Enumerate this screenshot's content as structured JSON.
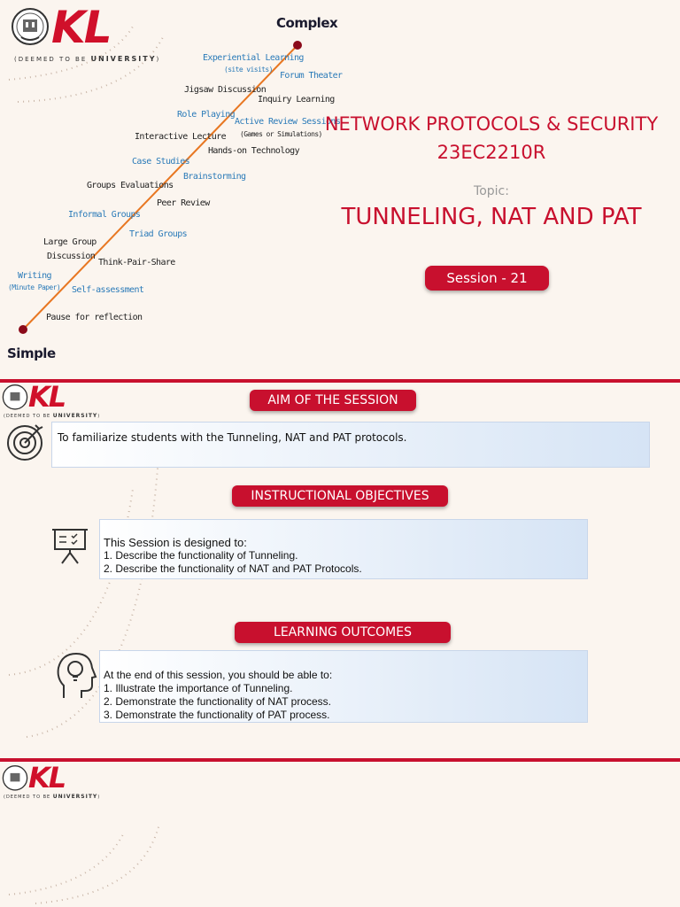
{
  "brand": {
    "logo_text": "KL",
    "logo_sub": "UNIVERSITY",
    "logo_prefix": "(DEEMED TO BE"
  },
  "slide1": {
    "course_title": "NETWORK PROTOCOLS & SECURITY",
    "course_code": "23EC2210R",
    "topic_label": "Topic:",
    "topic": "TUNNELING, NAT AND PAT",
    "session": "Session - 21",
    "spectrum": {
      "top_label": "Complex",
      "bottom_label": "Simple",
      "methods": {
        "experiential": "Experiential Learning",
        "experiential_sub": "(site visits)",
        "forum": "Forum Theater",
        "jigsaw": "Jigsaw Discussion",
        "inquiry": "Inquiry Learning",
        "role": "Role Playing",
        "active": "Active Review Sessions",
        "active_sub": "(Games or Simulations)",
        "interactive": "Interactive Lecture",
        "handson": "Hands-on Technology",
        "case": "Case Studies",
        "brainstorm": "Brainstorming",
        "groups_eval": "Groups Evaluations",
        "peer": "Peer Review",
        "informal": "Informal Groups",
        "triad": "Triad Groups",
        "large1": "Large Group",
        "large2": "Discussion",
        "think": "Think-Pair-Share",
        "writing": "Writing",
        "writing_sub": "(Minute Paper)",
        "self": "Self-assessment",
        "pause": "Pause for reflection"
      }
    }
  },
  "slide2": {
    "aim_title": "AIM OF THE SESSION",
    "aim_text": "To familiarize students with the Tunneling, NAT and PAT protocols.",
    "objectives_title": "INSTRUCTIONAL OBJECTIVES",
    "objectives_intro": "This Session is designed to:",
    "objectives": [
      "1.   Describe the functionality of Tunneling.",
      "2.   Describe the functionality of NAT and PAT Protocols."
    ],
    "outcomes_title": "LEARNING OUTCOMES",
    "outcomes_intro": "At the end of this session, you should be able to:",
    "outcomes": [
      "1.   Illustrate the importance of Tunneling.",
      "2.   Demonstrate the functionality of NAT process.",
      "3.   Demonstrate the functionality of PAT process."
    ]
  },
  "colors": {
    "brand_red": "#c8102e",
    "accent_orange": "#e87722",
    "label_blue": "#2a7ab8",
    "dot_maroon": "#8b0a1a"
  }
}
